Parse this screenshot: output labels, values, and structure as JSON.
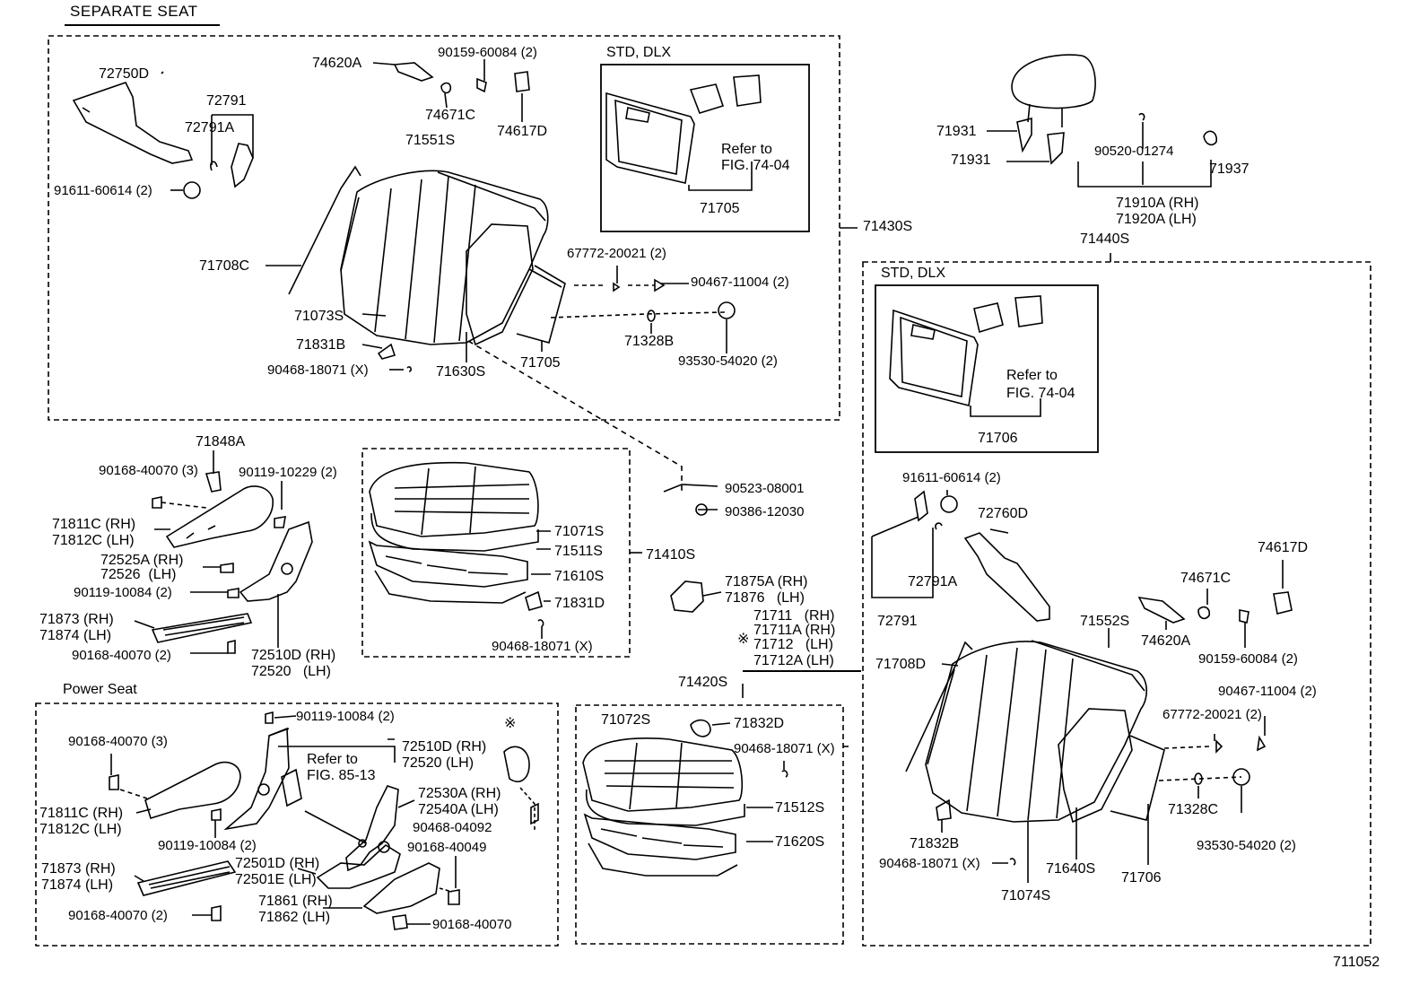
{
  "titles": {
    "separate_seat": "SEPARATE SEAT",
    "power_seat": "Power Seat",
    "figure_number": "711052"
  },
  "variant": {
    "std_dlx": "STD, DLX"
  },
  "refer_texts": {
    "refer_to": "Refer to",
    "fig_74_04": "FIG. 74-04",
    "fig_85_13": "FIG. 85-13"
  },
  "labels": {
    "p72750D": "72750D",
    "p74620A": "74620A",
    "p90159_60084": "90159-60084 (2)",
    "p72791": "72791",
    "p72791A": "72791A",
    "p74671C": "74671C",
    "p74617D": "74617D",
    "p71551S": "71551S",
    "p91611_60614": "91611-60614 (2)",
    "p71705a": "71705",
    "p71430S": "71430S",
    "p71708C": "71708C",
    "p67772_20021": "67772-20021 (2)",
    "p90467_11004": "90467-11004 (2)",
    "p71073S": "71073S",
    "p71328B": "71328B",
    "p71831B": "71831B",
    "p71705b": "71705",
    "p93530_54020": "93530-54020 (2)",
    "p90468_18071x": "90468-18071 (X)",
    "p71630S": "71630S",
    "p71931a": "71931",
    "p71931b": "71931",
    "p90520_01274": "90520-01274",
    "p71937": "71937",
    "p71910A": "71910A (RH)",
    "p71920A": "71920A (LH)",
    "p71440S": "71440S",
    "p71706a": "71706",
    "p91611_60614r": "91611-60614 (2)",
    "p72760D": "72760D",
    "p74617Dr": "74617D",
    "p72791Ar": "72791A",
    "p74671Cr": "74671C",
    "p72791r": "72791",
    "p71552S": "71552S",
    "p74620Ar": "74620A",
    "p90159_60084r": "90159-60084 (2)",
    "p71708D": "71708D",
    "p90467_11004r": "90467-11004 (2)",
    "p67772_20021r": "67772-20021 (2)",
    "p71328C": "71328C",
    "p71832B": "71832B",
    "p93530_54020r": "93530-54020 (2)",
    "p90468_18071r": "90468-18071 (X)",
    "p71640S": "71640S",
    "p71706b": "71706",
    "p71074S": "71074S",
    "p71848A": "71848A",
    "p90168_40070_3": "90168-40070 (3)",
    "p90119_10229": "90119-10229 (2)",
    "p71811C": "71811C (RH)",
    "p71812C": "71812C (LH)",
    "p72525A": "72525A (RH)",
    "p72526": "72526  (LH)",
    "p90119_10084": "90119-10084 (2)",
    "p71873": "71873 (RH)",
    "p71874": "71874 (LH)",
    "p90168_40070_2": "90168-40070 (2)",
    "p72510D": "72510D (RH)",
    "p72520": "72520   (LH)",
    "p71071S": "71071S",
    "p71511S": "71511S",
    "p71410S": "71410S",
    "p71610S": "71610S",
    "p71831D": "71831D",
    "p90468_18071c": "90468-18071 (X)",
    "p90523_08001": "90523-08001",
    "p90386_12030": "90386-12030",
    "p71875A": "71875A (RH)",
    "p71876": "71876   (LH)",
    "p71711": "71711   (RH)",
    "p71711A": "71711A (RH)",
    "p71712": "71712   (LH)",
    "p71712A": "71712A (LH)",
    "asterisk": "※",
    "ps90168_40070_3": "90168-40070 (3)",
    "ps90119_10084a": "90119-10084 (2)",
    "ps72510D": "72510D (RH)",
    "ps72520": "72520 (LH)",
    "ps71811C": "71811C (RH)",
    "ps71812C": "71812C (LH)",
    "ps72530A": "72530A (RH)",
    "ps72540A": "72540A (LH)",
    "ps90468_04092": "90468-04092",
    "ps90119_10084b": "90119-10084 (2)",
    "ps90168_40049": "90168-40049",
    "ps71873": "71873 (RH)",
    "ps71874": "71874 (LH)",
    "ps72501D": "72501D (RH)",
    "ps72501E": "72501E (LH)",
    "ps71861": "71861 (RH)",
    "ps71862": "71862 (LH)",
    "ps90168_40070_2": "90168-40070 (2)",
    "ps90168_40070": "90168-40070",
    "p71420S": "71420S",
    "p71072S": "71072S",
    "p71832D": "71832D",
    "p90468_18071d": "90468-18071 (X)",
    "p71512S": "71512S",
    "p71620S": "71620S"
  }
}
